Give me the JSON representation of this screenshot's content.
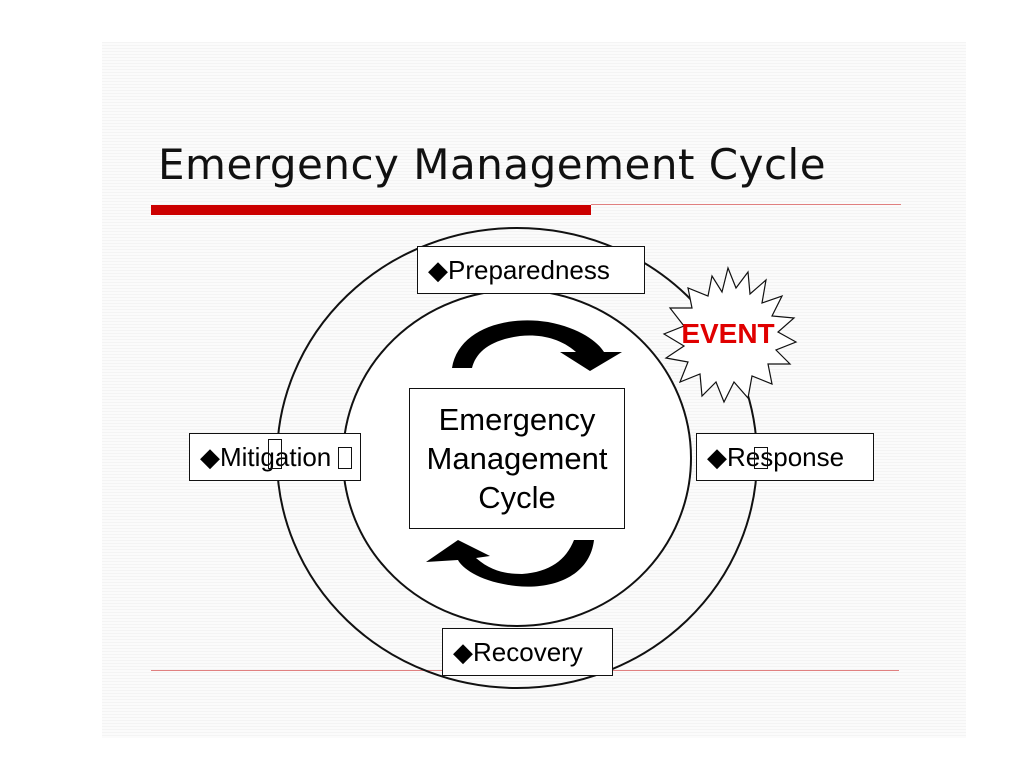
{
  "slide": {
    "title": "Emergency Management Cycle"
  },
  "diagram": {
    "center_lines": [
      "Emergency",
      "Management",
      "Cycle"
    ],
    "phases": {
      "preparedness": "◆Preparedness",
      "response": "◆Response",
      "recovery": "◆Recovery",
      "mitigation": "◆Mitigation"
    },
    "event_label": "EVENT",
    "colors": {
      "accent_red": "#cc0000",
      "event_text": "#e00000",
      "rule_line": "#e08080"
    }
  }
}
